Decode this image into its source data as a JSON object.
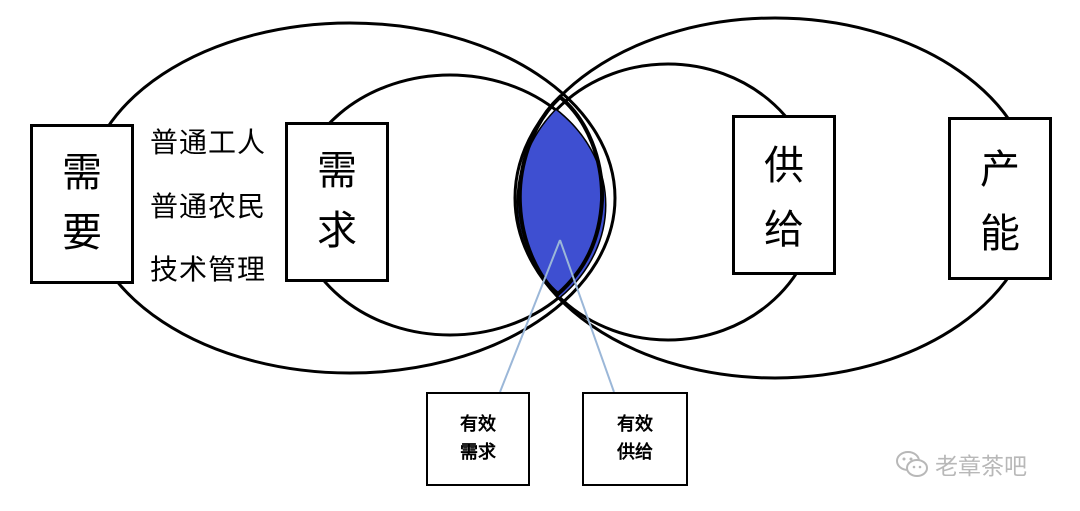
{
  "boxes": {
    "need": {
      "line1": "需",
      "line2": "要"
    },
    "demand": {
      "line1": "需",
      "line2": "求"
    },
    "supply": {
      "line1": "供",
      "line2": "给"
    },
    "capacity": {
      "line1": "产",
      "line2": "能"
    }
  },
  "groups": [
    "普通工人",
    "普通农民",
    "技术管理"
  ],
  "callouts": {
    "effective_demand": {
      "line1": "有效",
      "line2": "需求"
    },
    "effective_supply": {
      "line1": "有效",
      "line2": "供给"
    }
  },
  "watermark": {
    "text": "老章茶吧"
  },
  "colors": {
    "overlap": "#3e4fd1",
    "connector": "#9bb7d8"
  }
}
